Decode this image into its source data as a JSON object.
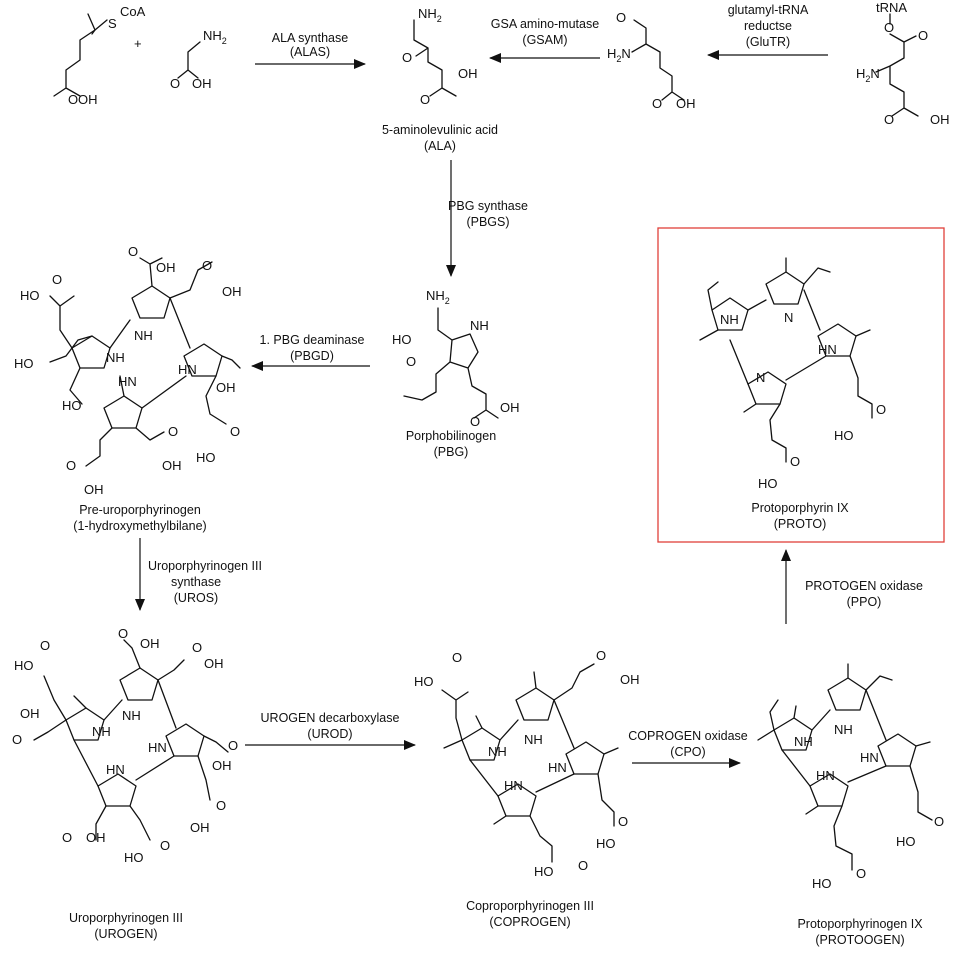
{
  "arrows": {
    "alas": {
      "line1": "ALA synthase",
      "line2": "(ALAS)"
    },
    "gsam": {
      "line1": "GSA amino-mutase",
      "line2": "(GSAM)"
    },
    "glutr": {
      "line1": "glutamyl-tRNA",
      "line2": "reductse",
      "line3": "(GluTR)"
    },
    "pbgs": {
      "line1": "PBG synthase",
      "line2": "(PBGS)"
    },
    "pbgd": {
      "line1": "1. PBG deaminase",
      "line2": "(PBGD)"
    },
    "uros": {
      "line1": "Uroporphyrinogen III",
      "line2": "synthase",
      "line3": "(UROS)"
    },
    "urod": {
      "line1": "UROGEN decarboxylase",
      "line2": "(UROD)"
    },
    "cpo": {
      "line1": "COPROGEN oxidase",
      "line2": "(CPO)"
    },
    "ppo": {
      "line1": "PROTOGEN oxidase",
      "line2": "(PPO)"
    }
  },
  "compounds": {
    "ala": {
      "line1": "5-aminolevulinic acid",
      "line2": "(ALA)"
    },
    "pbg": {
      "line1": "Porphobilinogen",
      "line2": "(PBG)"
    },
    "preuro": {
      "line1": "Pre-uroporphyrinogen",
      "line2": "(1-hydroxymethylbilane)"
    },
    "urogen": {
      "line1": "Uroporphyrinogen III",
      "line2": "(UROGEN)"
    },
    "coprogen": {
      "line1": "Coproporphyrinogen III",
      "line2": "(COPROGEN)"
    },
    "protogen": {
      "line1": "Protoporphyrinogen IX",
      "line2": "(PROTOOGEN)"
    },
    "proto": {
      "line1": "Protoporphyrin IX",
      "line2": "(PROTO)"
    }
  },
  "atoms": {
    "coa": "CoA",
    "s": "S",
    "oh": "OH",
    "nh2": "NH",
    "sub2": "2",
    "h2n": "H",
    "n": "N",
    "o": "O",
    "nh": "NH",
    "hn": "HN",
    "ho": "HO",
    "trna": "tRNA",
    "plus": "+"
  },
  "colors": {
    "highlight_box": "#e0403a"
  }
}
